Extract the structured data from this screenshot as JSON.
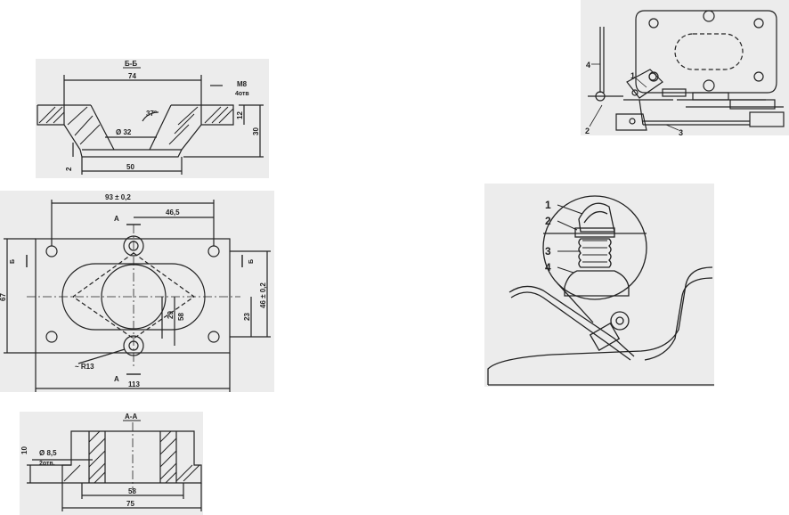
{
  "section_bb": {
    "title": "Б-Б",
    "dim_top": "74",
    "thread": "M8",
    "thread_count": "4отв",
    "angle": "37°",
    "bore": "Ø 32",
    "base": "50",
    "flange_h": "12",
    "total_h": "30",
    "step": "2"
  },
  "plan_view": {
    "dim_holes": "93 ± 0,2",
    "dim_half": "46,5",
    "dim_width": "67",
    "dim_length": "113",
    "dim_half_h": "46 ± 0,2",
    "dim_23": "23",
    "dim_29": "29",
    "dim_58": "58",
    "radius": "~ R13",
    "cut_a": "А",
    "cut_b": "Б"
  },
  "section_aa": {
    "title": "А-А",
    "height": "10",
    "hole": "Ø 8,5",
    "hole_count": "2отв.",
    "inner": "58",
    "outer": "75"
  },
  "linkage": {
    "labels": [
      "1",
      "2",
      "3",
      "4"
    ]
  },
  "hood_detail": {
    "labels": [
      "1",
      "2",
      "3",
      "4"
    ]
  }
}
